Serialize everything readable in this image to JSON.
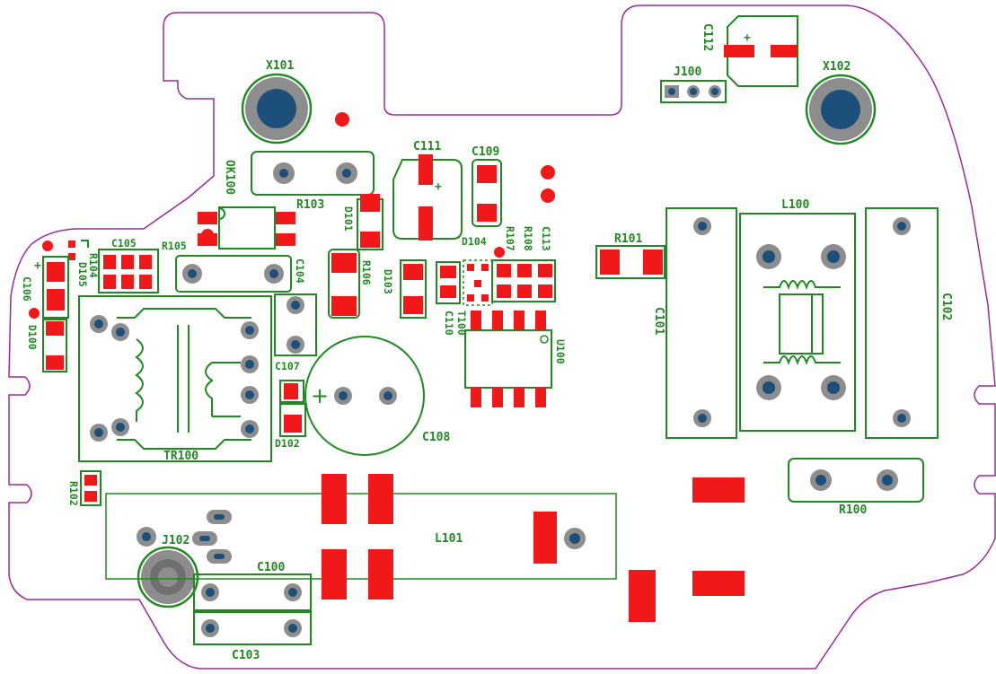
{
  "colors": {
    "outline": "#9a2a9a",
    "silk": "#1f8a1f",
    "pad": "#f01818",
    "hole": "#1c4f7a",
    "ring": "#8d8d8d"
  },
  "designators": {
    "x101": "X101",
    "x102": "X102",
    "j100": "J100",
    "c112": "C112",
    "ok100": "OK100",
    "r103": "R103",
    "c111": "C111",
    "c109": "C109",
    "d101": "D101",
    "c105": "C105",
    "r105": "R105",
    "r104": "R104",
    "d105": "D105",
    "c106": "C106",
    "d100": "D100",
    "c104": "C104",
    "r106": "R106",
    "d103": "D103",
    "d104": "D104",
    "r107": "R107",
    "r108": "R108",
    "c113": "C113",
    "t100": "T100",
    "c110": "C110",
    "r101": "R101",
    "l100": "L100",
    "c101": "C101",
    "c102": "C102",
    "u100": "U100",
    "c107": "C107",
    "d102": "D102",
    "c108": "C108",
    "tr100": "TR100",
    "r102": "R102",
    "j102": "J102",
    "l101": "L101",
    "c100": "C100",
    "c103": "C103",
    "r100": "R100"
  },
  "polarity": {
    "c112_plus": "+",
    "c111_plus": "+",
    "c106_plus": "+",
    "c108_plus": "+"
  }
}
